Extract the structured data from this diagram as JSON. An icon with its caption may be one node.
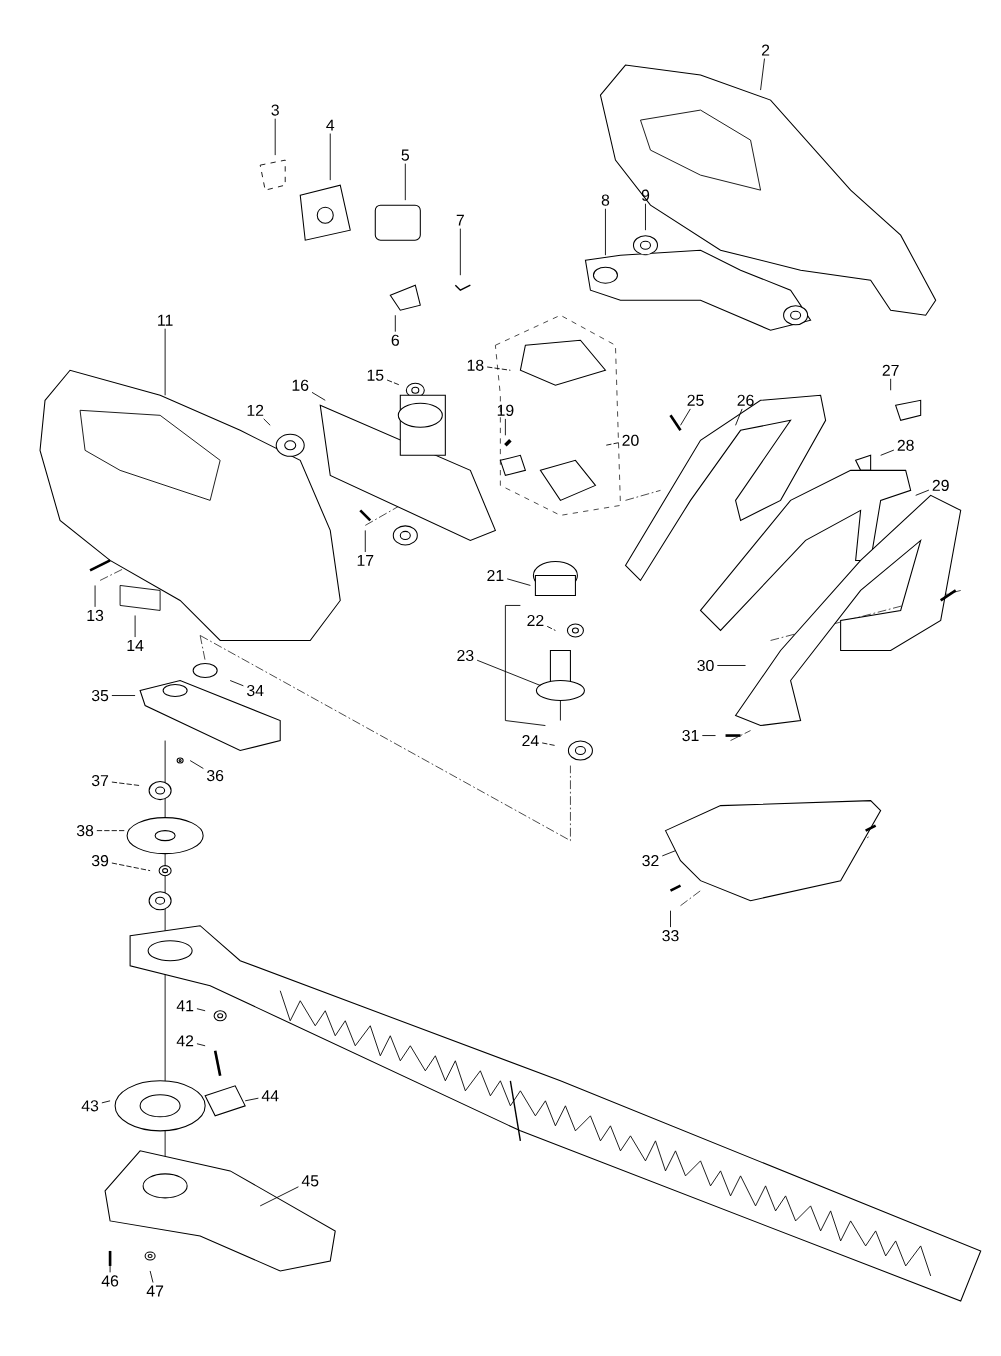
{
  "diagram": {
    "nodes": [
      {
        "text": [
          "2"
        ]
      },
      {
        "text": [
          "3"
        ]
      },
      {
        "text": [
          "4"
        ]
      },
      {
        "text": [
          "5"
        ]
      },
      {
        "text": [
          "6"
        ]
      },
      {
        "text": [
          "7"
        ]
      },
      {
        "text": [
          "8"
        ]
      },
      {
        "text": [
          "9"
        ]
      },
      {
        "text": [
          "11"
        ]
      },
      {
        "text": [
          "12"
        ]
      },
      {
        "text": [
          "13"
        ]
      },
      {
        "text": [
          "14"
        ]
      },
      {
        "text": [
          "15"
        ]
      },
      {
        "text": [
          "16"
        ]
      },
      {
        "text": [
          "17"
        ]
      },
      {
        "text": [
          "18"
        ]
      },
      {
        "text": [
          "19"
        ]
      },
      {
        "text": [
          "20"
        ]
      },
      {
        "text": [
          "21"
        ]
      },
      {
        "text": [
          "22"
        ]
      },
      {
        "text": [
          "23"
        ]
      },
      {
        "text": [
          "24"
        ]
      },
      {
        "text": [
          "25"
        ]
      },
      {
        "text": [
          "26"
        ]
      },
      {
        "text": [
          "27"
        ]
      },
      {
        "text": [
          "28"
        ]
      },
      {
        "text": [
          "29"
        ]
      },
      {
        "text": [
          "30"
        ]
      },
      {
        "text": [
          "31"
        ]
      },
      {
        "text": [
          "32"
        ]
      },
      {
        "text": [
          "33"
        ]
      },
      {
        "text": [
          "34"
        ]
      },
      {
        "text": [
          "35"
        ]
      },
      {
        "text": [
          "36"
        ]
      },
      {
        "text": [
          "37"
        ]
      },
      {
        "text": [
          "38"
        ]
      },
      {
        "text": [
          "39"
        ]
      },
      {
        "text": [
          "41"
        ]
      },
      {
        "text": [
          "42"
        ]
      },
      {
        "text": [
          "43"
        ]
      },
      {
        "text": [
          "44"
        ]
      },
      {
        "text": [
          "45"
        ]
      },
      {
        "text": [
          "46"
        ]
      },
      {
        "text": [
          "47"
        ]
      }
    ],
    "edges": [
      {
        "from": 0,
        "to": null,
        "arrow": "none"
      },
      {
        "from": 1,
        "to": null,
        "arrow": "none"
      },
      {
        "from": 2,
        "to": null,
        "arrow": "none"
      },
      {
        "from": 3,
        "to": null,
        "arrow": "none"
      },
      {
        "from": 4,
        "to": null,
        "arrow": "none"
      },
      {
        "from": 5,
        "to": null,
        "arrow": "none"
      },
      {
        "from": 6,
        "to": null,
        "arrow": "none"
      },
      {
        "from": 7,
        "to": null,
        "arrow": "none"
      },
      {
        "from": 8,
        "to": null,
        "arrow": "none"
      },
      {
        "from": 9,
        "to": null,
        "arrow": "none"
      },
      {
        "from": 10,
        "to": null,
        "arrow": "none"
      },
      {
        "from": 11,
        "to": null,
        "arrow": "none"
      },
      {
        "from": 12,
        "to": null,
        "arrow": "none",
        "style": "dashed"
      },
      {
        "from": 13,
        "to": null,
        "arrow": "none"
      },
      {
        "from": 14,
        "to": null,
        "arrow": "none"
      },
      {
        "from": 15,
        "to": null,
        "arrow": "none",
        "style": "dashed"
      },
      {
        "from": 16,
        "to": null,
        "arrow": "none"
      },
      {
        "from": 17,
        "to": null,
        "arrow": "none",
        "style": "dashed"
      },
      {
        "from": 18,
        "to": null,
        "arrow": "none"
      },
      {
        "from": 19,
        "to": null,
        "arrow": "none",
        "style": "dashed"
      },
      {
        "from": 20,
        "to": null,
        "arrow": "none"
      },
      {
        "from": 21,
        "to": null,
        "arrow": "none",
        "style": "dashed"
      },
      {
        "from": 22,
        "to": null,
        "arrow": "none"
      },
      {
        "from": 23,
        "to": null,
        "arrow": "none"
      },
      {
        "from": 24,
        "to": null,
        "arrow": "none"
      },
      {
        "from": 25,
        "to": null,
        "arrow": "none"
      },
      {
        "from": 26,
        "to": null,
        "arrow": "none"
      },
      {
        "from": 27,
        "to": null,
        "arrow": "none"
      },
      {
        "from": 28,
        "to": null,
        "arrow": "none"
      },
      {
        "from": 29,
        "to": null,
        "arrow": "none"
      },
      {
        "from": 30,
        "to": null,
        "arrow": "none"
      },
      {
        "from": 31,
        "to": null,
        "arrow": "none"
      },
      {
        "from": 32,
        "to": null,
        "arrow": "none"
      },
      {
        "from": 33,
        "to": null,
        "arrow": "none"
      },
      {
        "from": 34,
        "to": null,
        "arrow": "none",
        "style": "dashed"
      },
      {
        "from": 35,
        "to": null,
        "arrow": "none",
        "style": "dashed"
      },
      {
        "from": 36,
        "to": null,
        "arrow": "none",
        "style": "dashed"
      },
      {
        "from": 37,
        "to": null,
        "arrow": "none"
      },
      {
        "from": 38,
        "to": null,
        "arrow": "none"
      },
      {
        "from": 39,
        "to": null,
        "arrow": "none"
      },
      {
        "from": 40,
        "to": null,
        "arrow": "none"
      },
      {
        "from": 41,
        "to": null,
        "arrow": "none"
      },
      {
        "from": 42,
        "to": null,
        "arrow": "none"
      },
      {
        "from": 43,
        "to": null,
        "arrow": "none"
      }
    ]
  }
}
